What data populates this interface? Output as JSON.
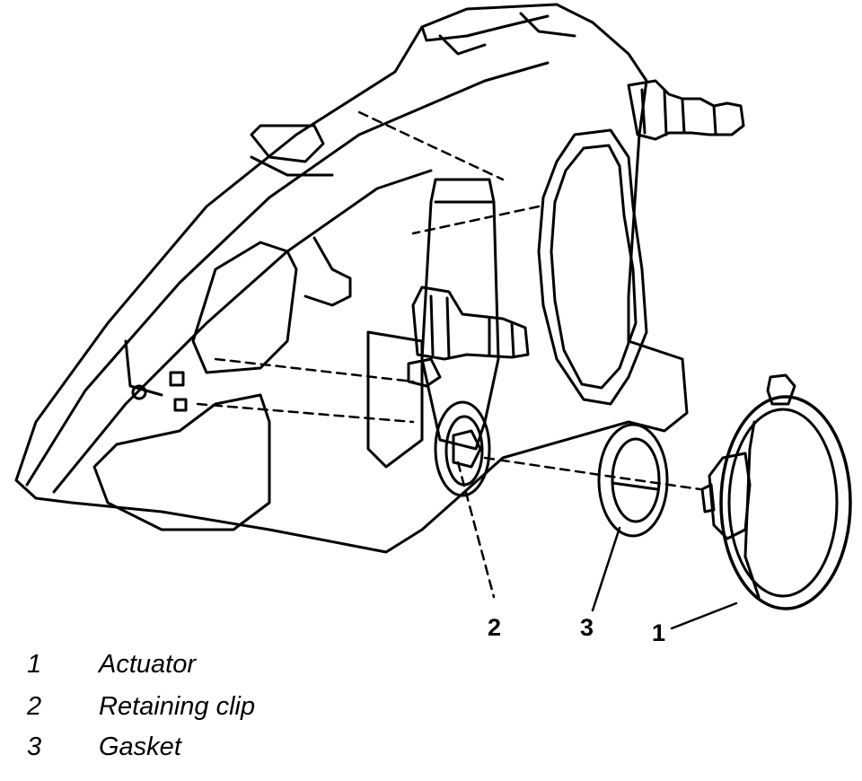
{
  "callouts": {
    "c1": "1",
    "c2": "2",
    "c3": "3"
  },
  "legend": [
    {
      "num": "1",
      "text": "Actuator"
    },
    {
      "num": "2",
      "text": "Retaining clip"
    },
    {
      "num": "3",
      "text": "Gasket"
    }
  ],
  "colors": {
    "ink": "#000000",
    "paper": "#ffffff"
  }
}
